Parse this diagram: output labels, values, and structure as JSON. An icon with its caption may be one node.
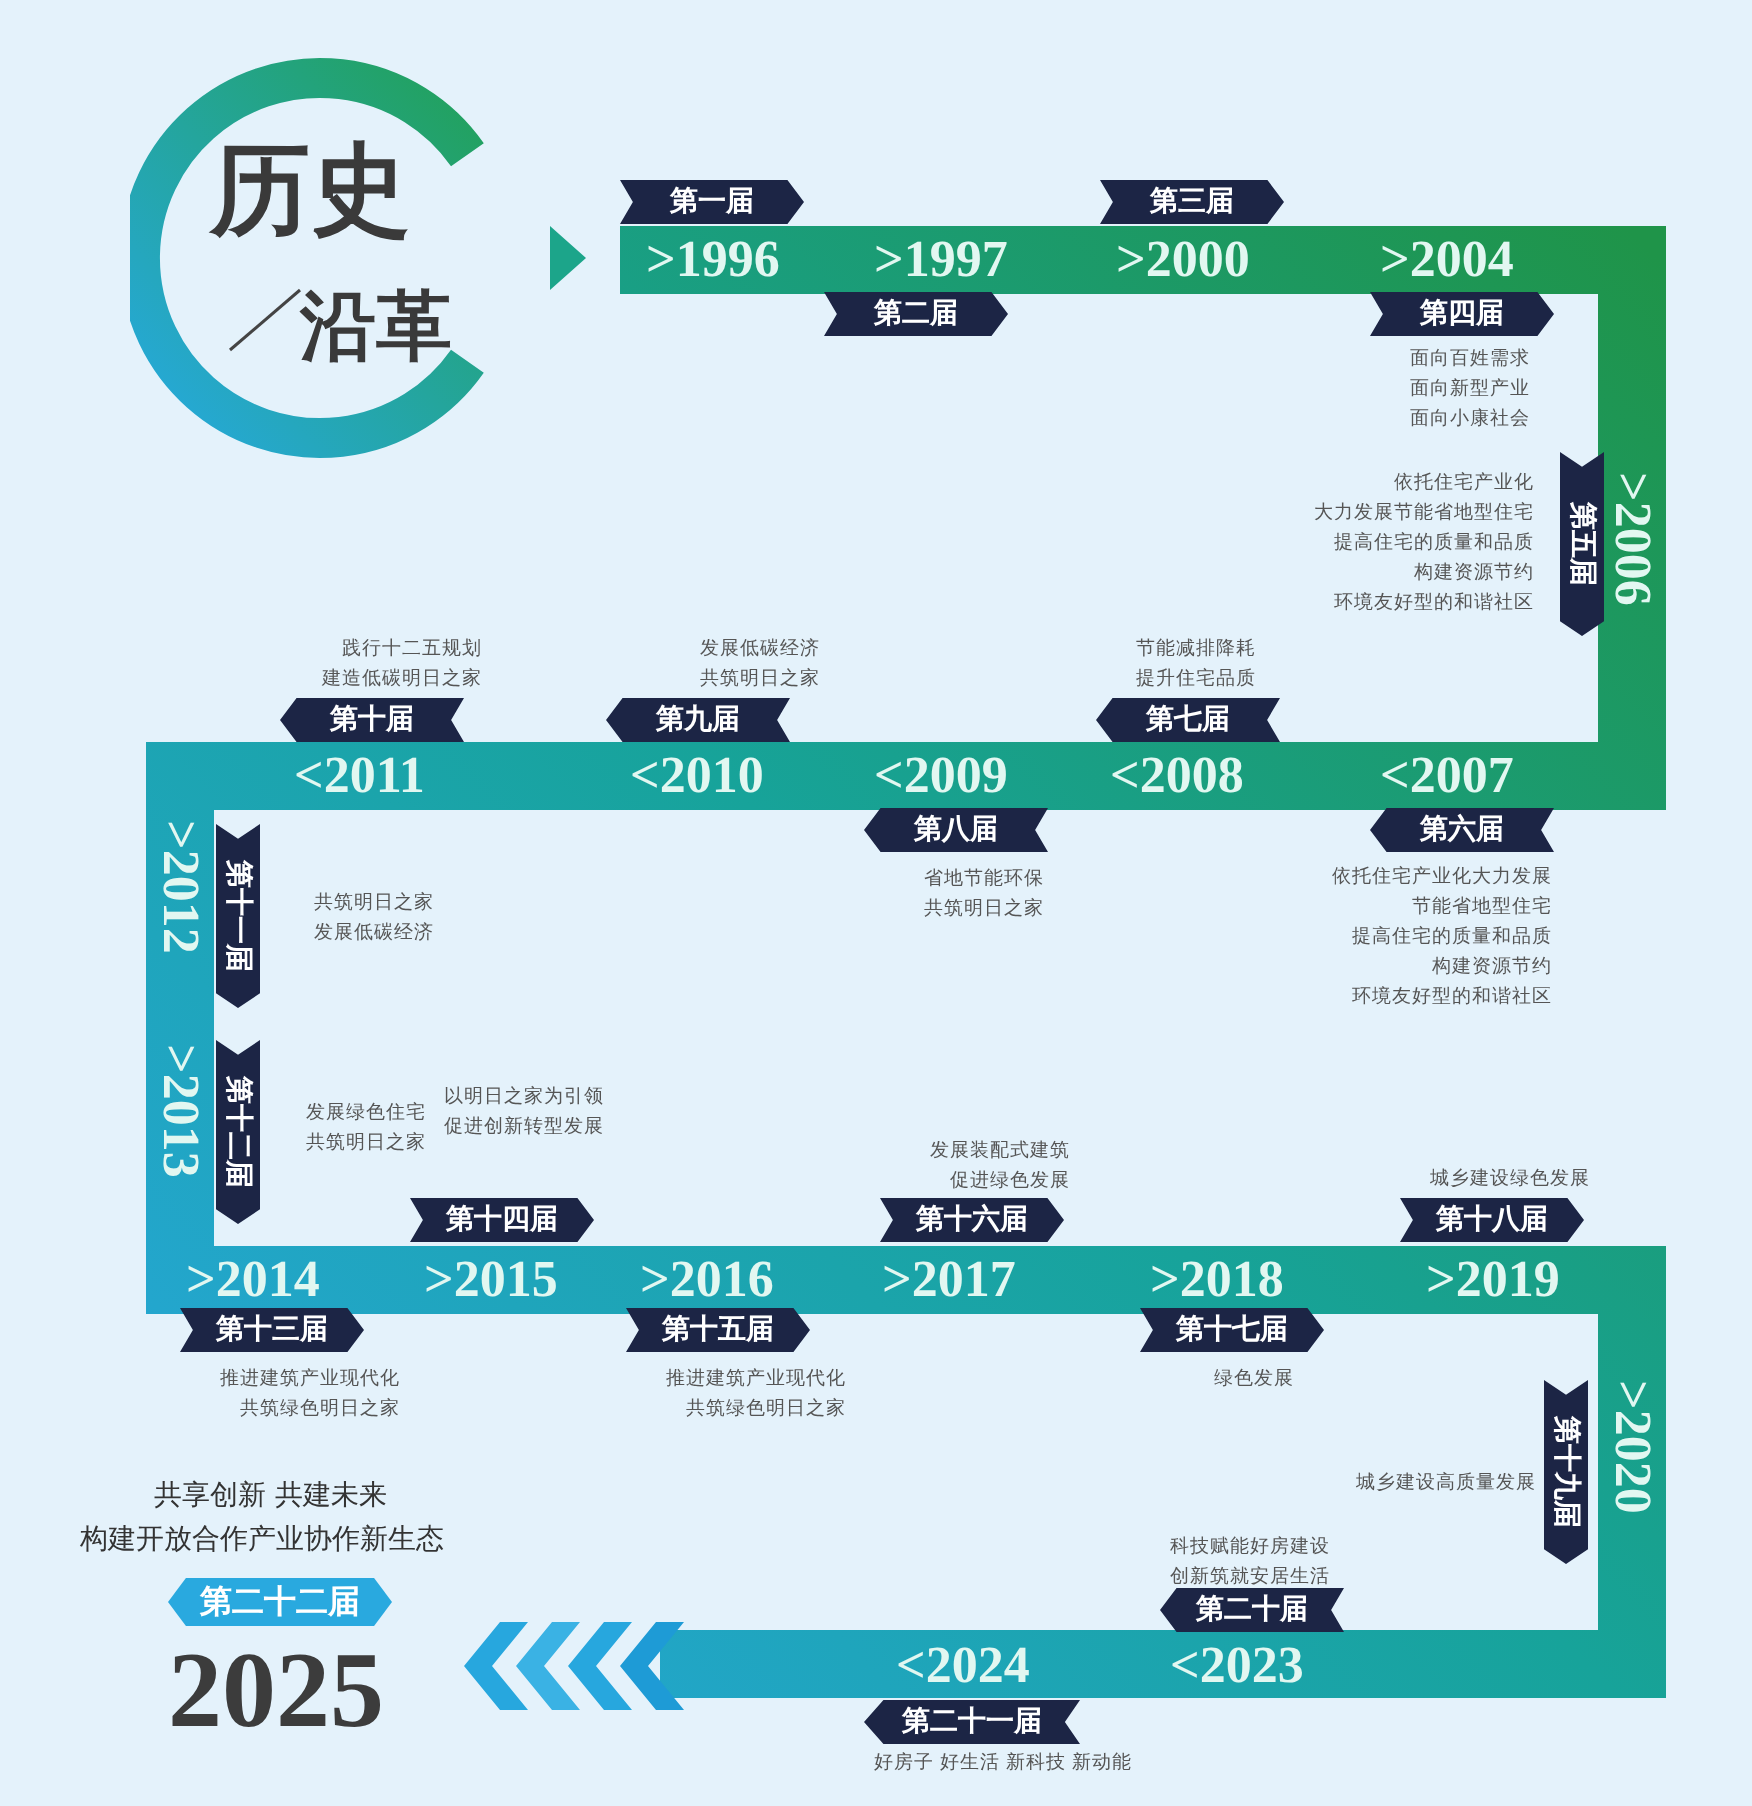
{
  "diagram": {
    "nodes": [
      {
        "text": [
          "历史",
          "沿革"
        ]
      },
      {
        "text": [
          "第一届"
        ],
        "beside": [
          ">1996"
        ]
      },
      {
        "text": [
          "第二届"
        ],
        "beside": [
          ">1997"
        ]
      },
      {
        "text": [
          "第三届"
        ],
        "beside": [
          ">2000"
        ]
      },
      {
        "text": [
          "第四届"
        ],
        "beside": [
          ">2004",
          "面向百姓需求",
          "面向新型产业",
          "面向小康社会"
        ]
      },
      {
        "text": [
          "第五届"
        ],
        "beside": [
          ">2006",
          "依托住宅产业化",
          "大力发展节能省地型住宅",
          "提高住宅的质量和品质",
          "构建资源节约",
          "环境友好型的和谐社区"
        ]
      },
      {
        "text": [
          "第六届"
        ],
        "beside": [
          "<2007",
          "依托住宅产业化大力发展",
          "节能省地型住宅",
          "提高住宅的质量和品质",
          "构建资源节约",
          "环境友好型的和谐社区"
        ]
      },
      {
        "text": [
          "第七届"
        ],
        "beside": [
          "<2008",
          "节能减排降耗",
          "提升住宅品质"
        ]
      },
      {
        "text": [
          "第八届"
        ],
        "beside": [
          "<2009",
          "省地节能环保",
          "共筑明日之家"
        ]
      },
      {
        "text": [
          "第九届"
        ],
        "beside": [
          "<2010",
          "发展低碳经济",
          "共筑明日之家"
        ]
      },
      {
        "text": [
          "第十届"
        ],
        "beside": [
          "<2011",
          "践行十二五规划",
          "建造低碳明日之家"
        ]
      },
      {
        "text": [
          "第十一届"
        ],
        "beside": [
          ">2012",
          "共筑明日之家",
          "发展低碳经济"
        ]
      },
      {
        "text": [
          "第十二届"
        ],
        "beside": [
          ">2013",
          "发展绿色住宅",
          "共筑明日之家"
        ]
      },
      {
        "text": [
          "第十三届"
        ],
        "beside": [
          ">2014",
          "推进建筑产业现代化",
          "共筑绿色明日之家"
        ]
      },
      {
        "text": [
          "第十四届"
        ],
        "beside": [
          ">2015",
          "以明日之家为引领",
          "促进创新转型发展"
        ]
      },
      {
        "text": [
          "第十五届"
        ],
        "beside": [
          ">2016",
          "推进建筑产业现代化",
          "共筑绿色明日之家"
        ]
      },
      {
        "text": [
          "第十六届"
        ],
        "beside": [
          ">2017",
          "发展装配式建筑",
          "促进绿色发展"
        ]
      },
      {
        "text": [
          "第十七届"
        ],
        "beside": [
          ">2018",
          "绿色发展"
        ]
      },
      {
        "text": [
          "第十八届"
        ],
        "beside": [
          ">2019",
          "城乡建设绿色发展"
        ]
      },
      {
        "text": [
          "第十九届"
        ],
        "beside": [
          ">2020",
          "城乡建设高质量发展"
        ]
      },
      {
        "text": [
          "第二十届"
        ],
        "beside": [
          "<2023",
          "科技赋能好房建设",
          "创新筑就安居生活"
        ]
      },
      {
        "text": [
          "第二十一届"
        ],
        "beside": [
          "<2024",
          "好房子 好生活 新科技 新动能"
        ]
      },
      {
        "text": [
          "第二十二届"
        ],
        "beside": [
          "2025"
        ]
      }
    ],
    "labels": [
      "共享创新 共建未来",
      "构建开放合作产业协作新生态"
    ]
  }
}
